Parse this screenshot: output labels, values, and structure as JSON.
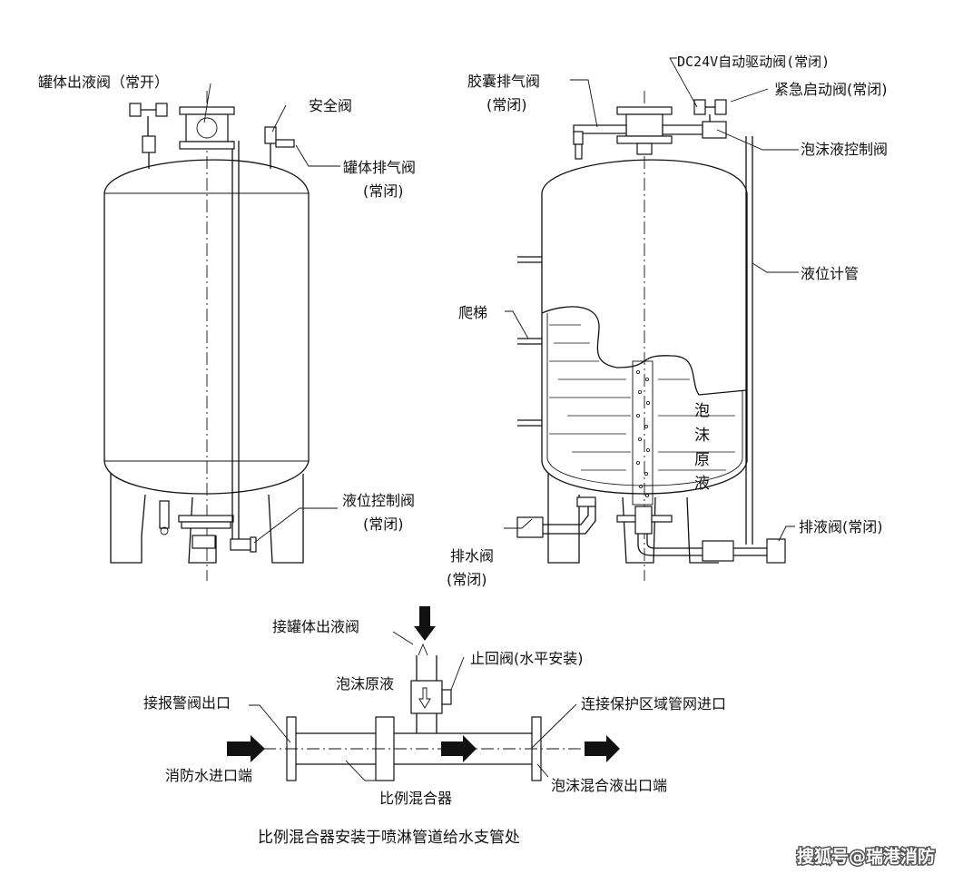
{
  "labels": {
    "tank_outlet_valve": "罐体出液阀（常开）",
    "safety_valve": "安全阀",
    "tank_vent_valve": "罐体排气阀",
    "tank_vent_valve_state": "(常闭)",
    "level_control_valve": "液位控制阀",
    "level_control_valve_state": "(常闭)",
    "bladder_vent_valve": "胶囊排气阀",
    "bladder_vent_valve_state": "(常闭)",
    "dc24v_valve": "DC24V自动驱动阀(常闭)",
    "emergency_valve": "紧急启动阀(常闭)",
    "foam_control_valve": "泡沫液控制阀",
    "level_gauge_pipe": "液位计管",
    "ladder": "爬梯",
    "foam_concentrate_chars": [
      "泡",
      "沫",
      "原",
      "液"
    ],
    "drain_valve": "排水阀",
    "drain_valve_state": "(常闭)",
    "discharge_valve": "排液阀(常闭)",
    "connect_tank_outlet": "接罐体出液阀",
    "check_valve": "止回阀(水平安装)",
    "foam_concentrate": "泡沫原液",
    "alarm_valve_outlet": "接报警阀出口",
    "protected_area_inlet": "连接保护区域管网进口",
    "fire_water_inlet": "消防水进口端",
    "proportioner": "比例混合器",
    "foam_mix_outlet": "泡沫混合液出口端"
  },
  "caption": "比例混合器安装于喷淋管道给水支管处",
  "watermark": "搜狐号@瑞港消防"
}
